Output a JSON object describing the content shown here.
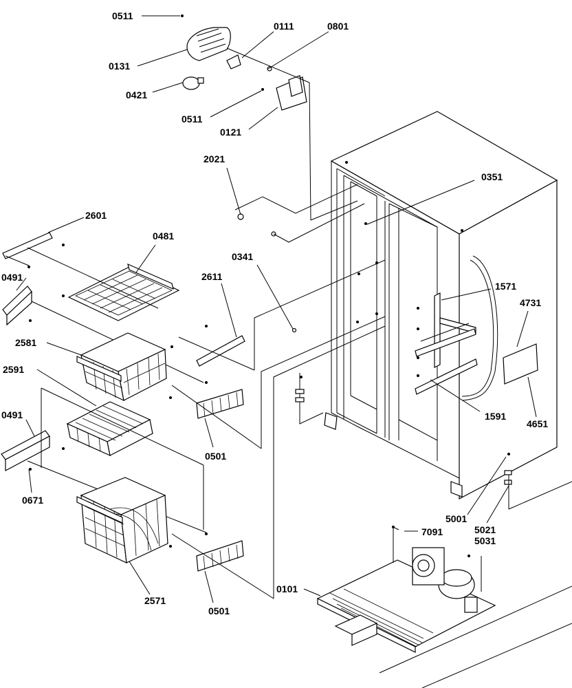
{
  "labels": {
    "l0511a": "0511",
    "l0111": "0111",
    "l0801": "0801",
    "l0131": "0131",
    "l0421": "0421",
    "l0511b": "0511",
    "l0121": "0121",
    "l2021": "2021",
    "l0351": "0351",
    "l2601": "2601",
    "l0481": "0481",
    "l0341": "0341",
    "l0491a": "0491",
    "l2611": "2611",
    "l1571": "1571",
    "l4731": "4731",
    "l2581": "2581",
    "l2591": "2591",
    "l0501a": "0501",
    "l1591": "1591",
    "l4651": "4651",
    "l0491b": "0491",
    "l0671": "0671",
    "l5001": "5001",
    "l5021": "5021",
    "l5031": "5031",
    "l7091": "7091",
    "l0101": "0101",
    "l2571": "2571",
    "l0501b": "0501"
  }
}
